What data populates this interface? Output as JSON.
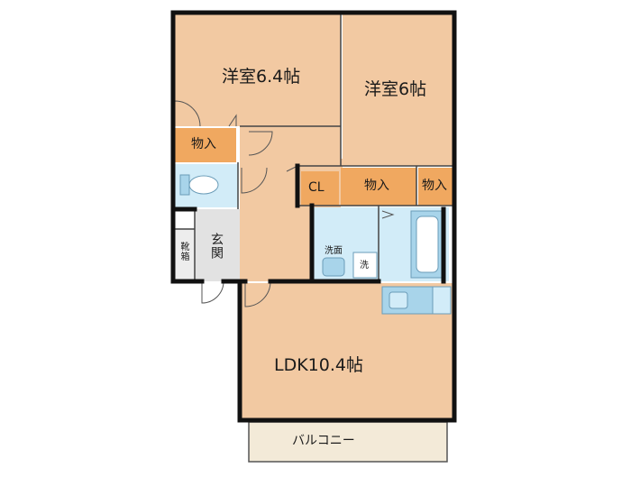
{
  "rooms": {
    "western_room_1": "洋室6.4帖",
    "western_room_2": "洋室6帖",
    "ldk": "LDK10.4帖",
    "closet_1": "物入",
    "closet_2": "物入",
    "closet_3": "物入",
    "cl": "CL",
    "entrance": "玄関",
    "shoe_box": "靴箱",
    "washbasin": "洗面",
    "washer": "洗",
    "balcony": "バルコニー"
  },
  "colors": {
    "room_floor": "#f2c9a2",
    "storage": "#f0a860",
    "wet_area": "#d2ecf8",
    "fixture": "#a8d4ea",
    "entrance_floor": "#e2e2e2",
    "balcony_floor": "#f3ead8",
    "wall": "#111111"
  }
}
